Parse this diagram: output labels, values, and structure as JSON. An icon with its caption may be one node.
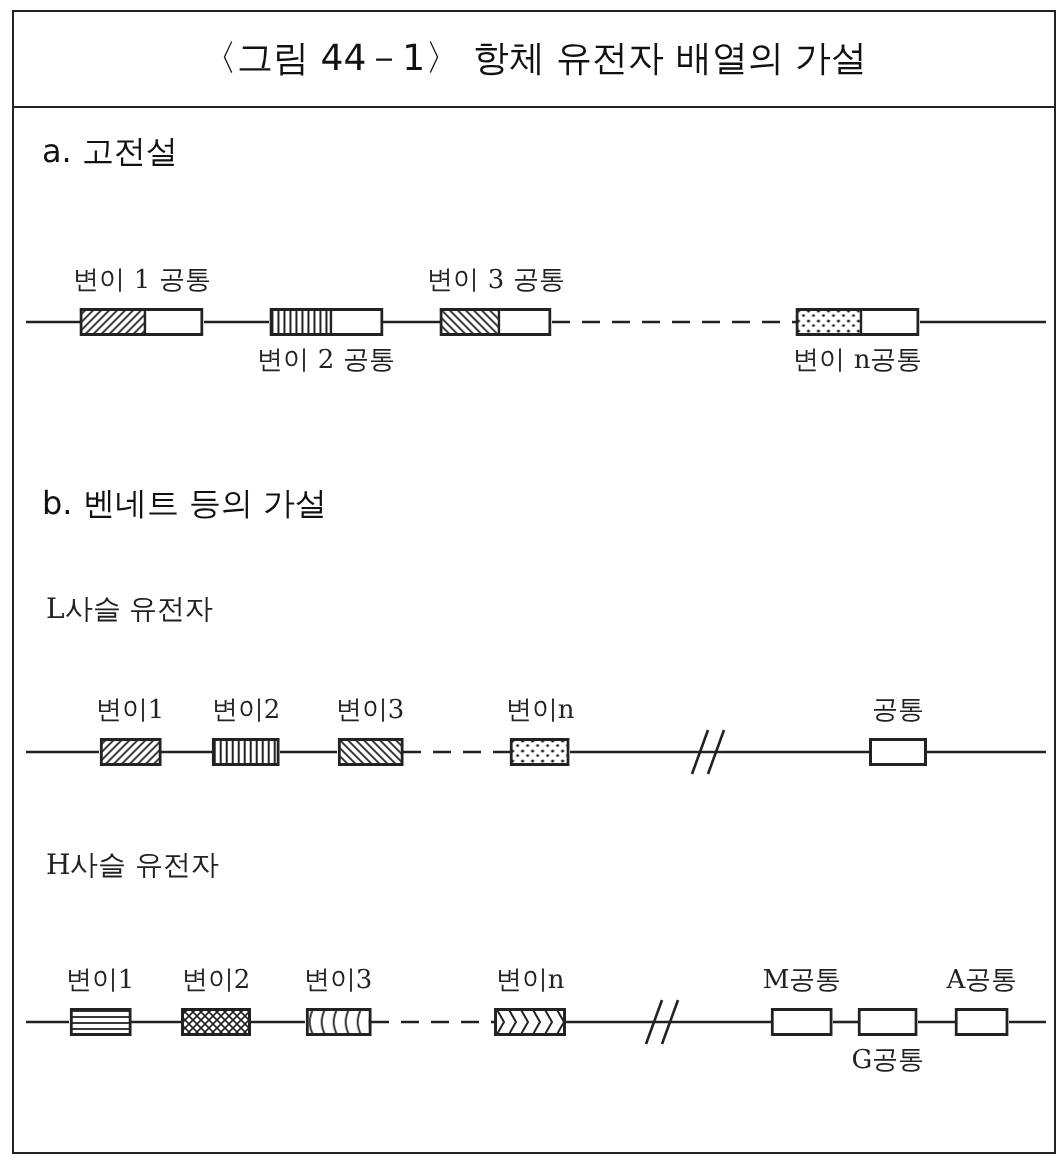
{
  "diagram": {
    "title": "〈그림 44－1〉 항체 유전자 배열의 가설",
    "nodes": [
      {
        "text": [
          "변이 1 공통"
        ]
      },
      {
        "text": [
          "변이 2 공통"
        ]
      },
      {
        "text": [
          "변이 3 공통"
        ]
      },
      {
        "text": [
          "변이 n공통"
        ]
      },
      {
        "text": [
          "변이1"
        ]
      },
      {
        "text": [
          "변이2"
        ]
      },
      {
        "text": [
          "변이3"
        ]
      },
      {
        "text": [
          "변이n"
        ]
      },
      {
        "text": [
          "공통"
        ]
      },
      {
        "text": [
          "변이1"
        ]
      },
      {
        "text": [
          "변이2"
        ]
      },
      {
        "text": [
          "변이3"
        ]
      },
      {
        "text": [
          "변이n"
        ]
      },
      {
        "text": [
          "M공통"
        ]
      },
      {
        "text": [
          "G공통"
        ]
      },
      {
        "text": [
          "A공통"
        ]
      }
    ],
    "edges": [
      {
        "from": 0,
        "to": 1,
        "arrow": "none"
      },
      {
        "from": 1,
        "to": 2,
        "arrow": "none"
      },
      {
        "from": 2,
        "to": 3,
        "arrow": "none",
        "style": "dashed"
      },
      {
        "from": 4,
        "to": 5,
        "arrow": "none"
      },
      {
        "from": 5,
        "to": 6,
        "arrow": "none"
      },
      {
        "from": 6,
        "to": 7,
        "arrow": "none",
        "style": "dashed"
      },
      {
        "from": 7,
        "to": 8,
        "arrow": "none"
      },
      {
        "from": 9,
        "to": 10,
        "arrow": "none"
      },
      {
        "from": 10,
        "to": 11,
        "arrow": "none"
      },
      {
        "from": 11,
        "to": 12,
        "arrow": "none",
        "style": "dashed"
      },
      {
        "from": 12,
        "to": 13,
        "arrow": "none"
      },
      {
        "from": 13,
        "to": 14,
        "arrow": "none"
      },
      {
        "from": 14,
        "to": 15,
        "arrow": "none"
      }
    ],
    "labels": [
      "a. 고전설",
      "b. 벤네트 등의 가설",
      "L사슬 유전자",
      "H사슬 유전자"
    ]
  }
}
